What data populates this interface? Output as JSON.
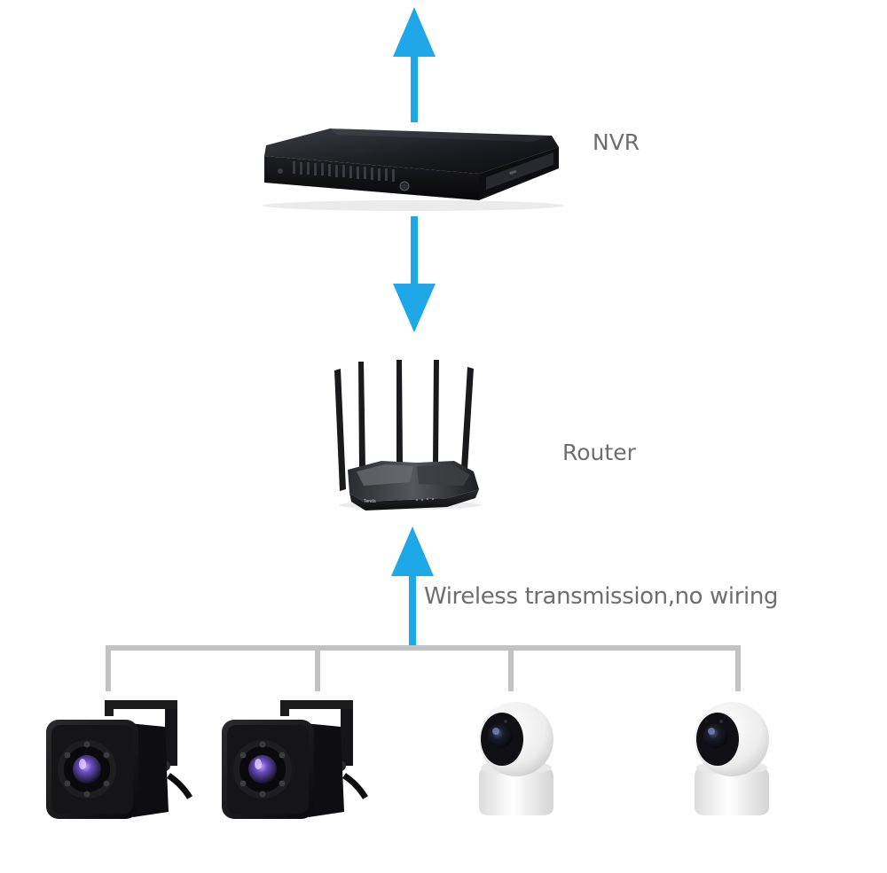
{
  "labels": {
    "nvr": "NVR",
    "router": "Router",
    "wireless": "Wireless transmission,no wiring",
    "router_brand": "Tenda"
  },
  "colors": {
    "arrow": "#1ea8e8",
    "connector": "#c2c2c2",
    "label_text": "#6e6e6e",
    "device_dark": "#141414",
    "camera_white": "#f1f1f1"
  },
  "devices": [
    {
      "type": "nvr",
      "icon": "nvr-icon"
    },
    {
      "type": "router",
      "icon": "router-icon",
      "antennas": 5
    },
    {
      "type": "mini-bullet-camera",
      "icon": "mini-camera-icon",
      "count": 2
    },
    {
      "type": "pan-tilt-dome-camera",
      "icon": "dome-camera-icon",
      "count": 2
    }
  ],
  "connections": [
    {
      "from": "nvr",
      "to": "network",
      "direction": "up",
      "icon": "arrow-up-icon"
    },
    {
      "from": "nvr",
      "to": "router",
      "direction": "down",
      "icon": "arrow-down-icon"
    },
    {
      "from": "cameras",
      "to": "router",
      "direction": "up",
      "icon": "arrow-up-icon"
    }
  ]
}
